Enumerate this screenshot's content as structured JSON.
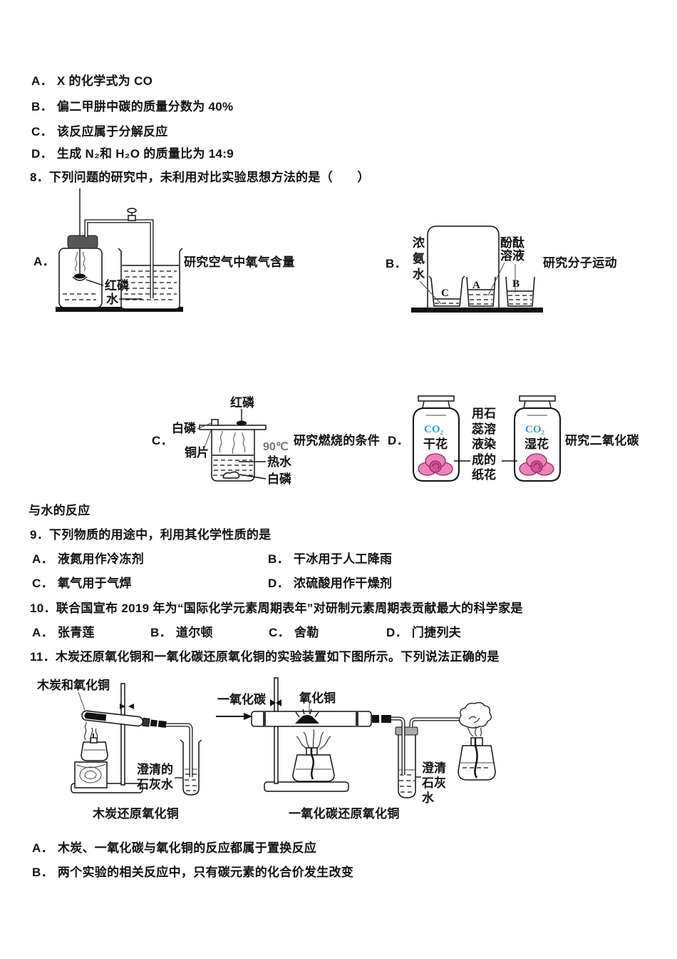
{
  "page": {
    "bg": "#ffffff",
    "ink": "#111111"
  },
  "q7_options": [
    {
      "label": "A．",
      "text": "X 的化学式为 CO"
    },
    {
      "label": "B．",
      "text": "偏二甲肼中碳的质量分数为 40%"
    },
    {
      "label": "C．",
      "text": "该反应属于分解反应"
    },
    {
      "label": "D．",
      "text": "生成 N₂和 H₂O 的质量比为 14:9"
    }
  ],
  "q8": {
    "stem": "8．下列问题的研究中，未利用对比实验思想方法的是（　　）",
    "a": {
      "label": "A．",
      "caption": "研究空气中氧气含量",
      "red_phosphorus": "红磷",
      "water": "水"
    },
    "b": {
      "label": "B．",
      "caption": "研究分子运动",
      "ammonia": [
        "浓",
        "氨",
        "水"
      ],
      "phenolphthalein": [
        "酚酞",
        "溶液"
      ],
      "beakers": [
        "C",
        "A",
        "B"
      ]
    },
    "c": {
      "label": "C．",
      "caption": "研究燃烧的条件",
      "red_phosphorus": "红磷",
      "white_phosphorus_top": "白磷",
      "copper_sheet": "铜片",
      "temperature": "90℃",
      "hot_water": "热水",
      "white_phosphorus_bottom": "白磷"
    },
    "d": {
      "label": "D．",
      "caption": "研究二氧化碳",
      "caption_cont": "与水的反应",
      "gas": "CO₂",
      "dry_flower": "干花",
      "wet_flower": "湿花",
      "litmus_note": [
        "用石",
        "蕊溶",
        "液染",
        "成的",
        "纸花"
      ],
      "co2_color": "#2e9bd0",
      "flower_color": "#ee82b8",
      "flower_core_color": "#d4549a"
    }
  },
  "q9": {
    "stem": "9．下列物质的用途中，利用其化学性质的是",
    "options": [
      {
        "label": "A．",
        "text": "液氮用作冷冻剂"
      },
      {
        "label": "B．",
        "text": "干冰用于人工降雨"
      },
      {
        "label": "C．",
        "text": "氧气用于气焊"
      },
      {
        "label": "D．",
        "text": "浓硫酸用作干燥剂"
      }
    ]
  },
  "q10": {
    "stem": "10．联合国宣布 2019 年为“国际化学元素周期表年”对研制元素周期表贡献最大的科学家是",
    "options": [
      {
        "label": "A．",
        "text": "张青莲"
      },
      {
        "label": "B．",
        "text": "道尔顿"
      },
      {
        "label": "C．",
        "text": "舍勒"
      },
      {
        "label": "D．",
        "text": "门捷列夫"
      }
    ]
  },
  "q11": {
    "stem": "11．木炭还原氧化铜和一氧化碳还原氧化铜的实验装置如下图所示。下列说法正确的是",
    "left": {
      "top_label": "木炭和氧化铜",
      "limewater": [
        "澄清的",
        "石灰水"
      ],
      "caption": "木炭还原氧化铜"
    },
    "right": {
      "gas_label": "一氧化碳",
      "cuo_label": "氧化铜",
      "limewater": [
        "澄清",
        "石灰",
        "水"
      ],
      "caption": "一氧化碳还原氧化铜"
    },
    "options": [
      {
        "label": "A．",
        "text": "木炭、一氧化碳与氧化铜的反应都属于置换反应"
      },
      {
        "label": "B．",
        "text": "两个实验的相关反应中，只有碳元素的化合价发生改变"
      }
    ]
  }
}
